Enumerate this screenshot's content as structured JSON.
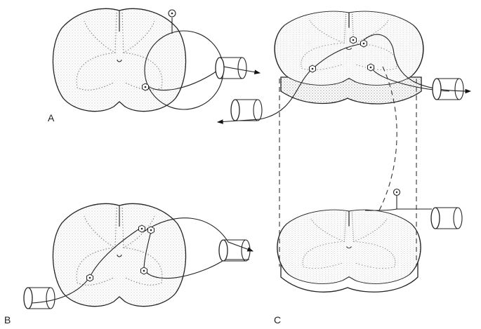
{
  "figure": {
    "panel_labels": [
      "A",
      "B",
      "C"
    ]
  }
}
